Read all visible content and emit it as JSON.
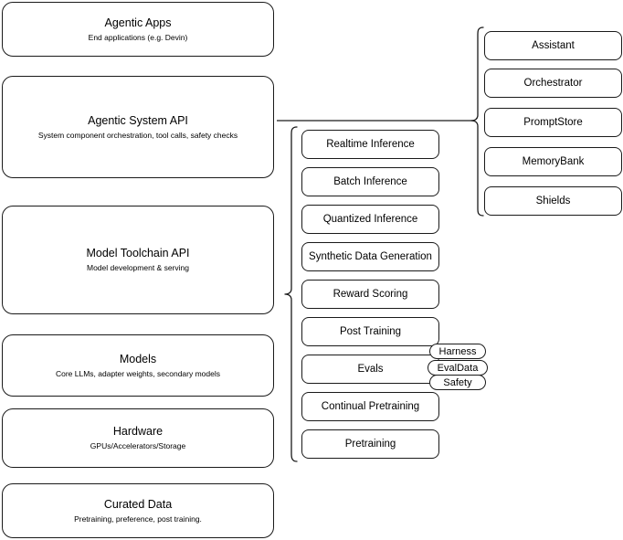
{
  "diagram": {
    "title_layers": [
      {
        "id": "agentic-apps",
        "title": "Agentic Apps",
        "subtitle": "End applications (e.g. Devin)"
      },
      {
        "id": "agentic-system-api",
        "title": "Agentic System API",
        "subtitle": "System component orchestration, tool calls, safety checks"
      },
      {
        "id": "model-toolchain-api",
        "title": "Model Toolchain API",
        "subtitle": "Model development & serving"
      },
      {
        "id": "models",
        "title": "Models",
        "subtitle": "Core LLMs, adapter weights, secondary models"
      },
      {
        "id": "hardware",
        "title": "Hardware",
        "subtitle": "GPUs/Accelerators/Storage"
      },
      {
        "id": "curated-data",
        "title": "Curated Data",
        "subtitle": "Pretraining, preference, post training."
      }
    ],
    "toolchain_components": [
      {
        "id": "realtime-inference",
        "label": "Realtime Inference"
      },
      {
        "id": "batch-inference",
        "label": "Batch Inference"
      },
      {
        "id": "quantized-inference",
        "label": "Quantized Inference"
      },
      {
        "id": "synthetic-data-generation",
        "label": "Synthetic Data Generation"
      },
      {
        "id": "reward-scoring",
        "label": "Reward Scoring"
      },
      {
        "id": "post-training",
        "label": "Post Training"
      },
      {
        "id": "evals",
        "label": "Evals"
      },
      {
        "id": "continual-pretraining",
        "label": "Continual Pretraining"
      },
      {
        "id": "pretraining",
        "label": "Pretraining"
      }
    ],
    "eval_subcomponents": [
      {
        "id": "harness",
        "label": "Harness"
      },
      {
        "id": "evaldata",
        "label": "EvalData"
      },
      {
        "id": "safety",
        "label": "Safety"
      }
    ],
    "system_components": [
      {
        "id": "assistant",
        "label": "Assistant"
      },
      {
        "id": "orchestrator",
        "label": "Orchestrator"
      },
      {
        "id": "promptstore",
        "label": "PromptStore"
      },
      {
        "id": "memorybank",
        "label": "MemoryBank"
      },
      {
        "id": "shields",
        "label": "Shields"
      }
    ],
    "colors": {
      "stroke": "#1a1a1a",
      "background": "#ffffff",
      "text": "#000000"
    }
  }
}
